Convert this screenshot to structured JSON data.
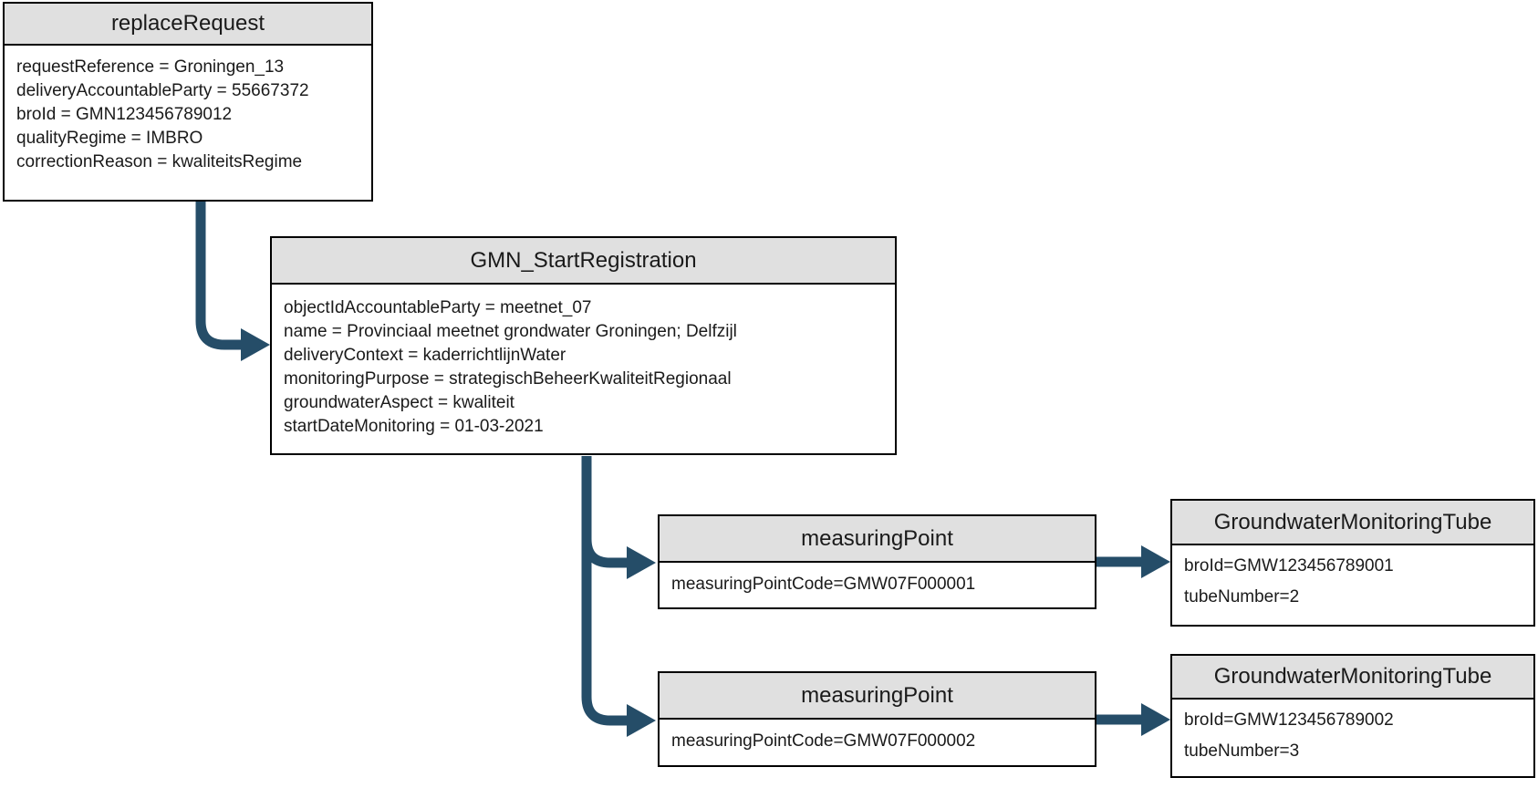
{
  "diagram": {
    "type": "uml-object-diagram",
    "colors": {
      "arrow": "#254d68",
      "node_header_bg": "#e0e0e0",
      "node_border": "#000000",
      "node_bg": "#ffffff",
      "text": "#1a1a1a"
    },
    "nodes": [
      {
        "id": "replaceRequest",
        "title": "replaceRequest",
        "lines": [
          "requestReference = Groningen_13",
          "deliveryAccountableParty = 55667372",
          "broId = GMN123456789012",
          "qualityRegime = IMBRO",
          "correctionReason = kwaliteitsRegime"
        ]
      },
      {
        "id": "GMN_StartRegistration",
        "title": "GMN_StartRegistration",
        "lines": [
          "objectIdAccountableParty = meetnet_07",
          "name = Provinciaal meetnet grondwater Groningen; Delfzijl",
          "deliveryContext = kaderrichtlijnWater",
          "monitoringPurpose = strategischBeheerKwaliteitRegionaal",
          "groundwaterAspect = kwaliteit",
          "startDateMonitoring = 01-03-2021"
        ]
      },
      {
        "id": "measuringPoint-1",
        "title": "measuringPoint",
        "lines": [
          "measuringPointCode=GMW07F000001"
        ]
      },
      {
        "id": "measuringPoint-2",
        "title": "measuringPoint",
        "lines": [
          "measuringPointCode=GMW07F000002"
        ]
      },
      {
        "id": "GroundwaterMonitoringTube-1",
        "title": "GroundwaterMonitoringTube",
        "lines": [
          "broId=GMW123456789001",
          "tubeNumber=2"
        ]
      },
      {
        "id": "GroundwaterMonitoringTube-2",
        "title": "GroundwaterMonitoringTube",
        "lines": [
          "broId=GMW123456789002",
          "tubeNumber=3"
        ]
      }
    ],
    "edges": [
      {
        "from": "replaceRequest",
        "to": "GMN_StartRegistration"
      },
      {
        "from": "GMN_StartRegistration",
        "to": "measuringPoint-1"
      },
      {
        "from": "GMN_StartRegistration",
        "to": "measuringPoint-2"
      },
      {
        "from": "measuringPoint-1",
        "to": "GroundwaterMonitoringTube-1"
      },
      {
        "from": "measuringPoint-2",
        "to": "GroundwaterMonitoringTube-2"
      }
    ]
  }
}
